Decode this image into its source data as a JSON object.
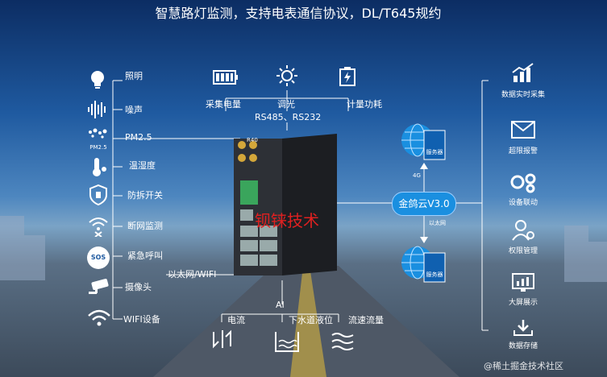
{
  "title": "智慧路灯监测，支持电表通信协议，DL/T645规约",
  "left_items": [
    {
      "label": "照明",
      "icon": "bulb-icon"
    },
    {
      "label": "噪声",
      "icon": "soundwave-icon"
    },
    {
      "label": "PM2.5",
      "icon": "pm25-icon",
      "icon_text": "PM2.5"
    },
    {
      "label": "温湿度",
      "icon": "thermometer-icon"
    },
    {
      "label": "防拆开关",
      "icon": "shield-icon"
    },
    {
      "label": "断网监测",
      "icon": "wifi-off-icon"
    },
    {
      "label": "紧急呼叫",
      "icon": "sos-icon",
      "icon_text": "SOS"
    },
    {
      "label": "摄像头",
      "icon": "camera-icon"
    },
    {
      "label": "WIFI设备",
      "icon": "wifi-icon"
    }
  ],
  "top_items": [
    {
      "label": "采集电量",
      "icon": "battery-icon"
    },
    {
      "label": "调光",
      "icon": "sun-icon"
    },
    {
      "label": "计量功耗",
      "icon": "power-icon"
    }
  ],
  "protocol_label": "RS485、RS232",
  "ethernet_label": "以太网/WIFI",
  "ai_label": "AI",
  "bottom_items": [
    {
      "label": "电流",
      "icon": "current-icon"
    },
    {
      "label": "下水道液位",
      "icon": "water-level-icon"
    },
    {
      "label": "流速流量",
      "icon": "flow-icon"
    }
  ],
  "device": {
    "model": "R40",
    "watermark": "钡铼技术"
  },
  "cloud": {
    "label": "金鸽云V3.0",
    "uplink": "4G",
    "downlink": "以太网"
  },
  "servers": {
    "top": "服务器",
    "bottom": "服务器"
  },
  "right_items": [
    {
      "label": "数据实时采集",
      "icon": "chart-icon"
    },
    {
      "label": "超限报警",
      "icon": "mail-icon"
    },
    {
      "label": "设备联动",
      "icon": "gears-icon"
    },
    {
      "label": "权限管理",
      "icon": "user-gear-icon"
    },
    {
      "label": "大屏展示",
      "icon": "screen-icon"
    },
    {
      "label": "数据存储",
      "icon": "download-icon"
    }
  ],
  "footer_watermark": "@稀土掘金技术社区",
  "colors": {
    "line": "#ffffff",
    "accent": "#1a8fe0",
    "watermark": "#e02020"
  }
}
